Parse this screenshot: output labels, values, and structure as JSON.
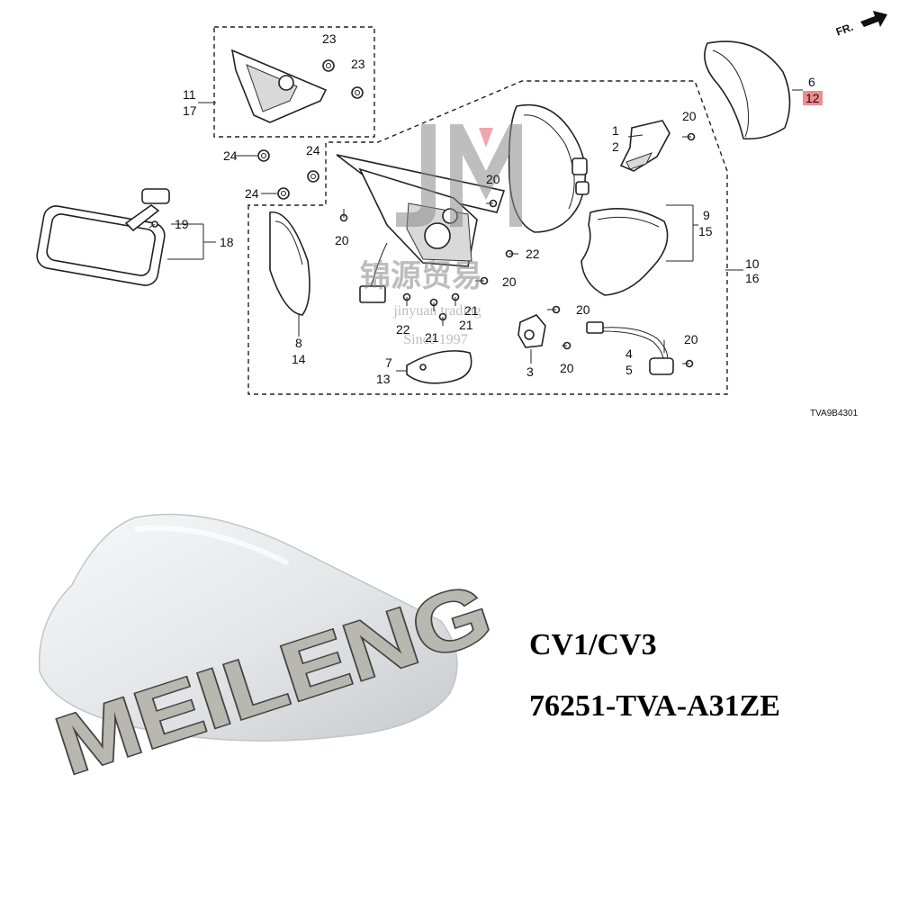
{
  "diagram": {
    "direction_label": "FR.",
    "code": "TVA9B4301",
    "part_numbers": {
      "n1": "1",
      "n2": "2",
      "n3": "3",
      "n4": "4",
      "n5": "5",
      "n6": "6",
      "n7": "7",
      "n8": "8",
      "n9": "9",
      "n10": "10",
      "n11": "11",
      "n12": "12",
      "n13": "13",
      "n14": "14",
      "n15": "15",
      "n16": "16",
      "n17": "17",
      "n18": "18",
      "n19": "19",
      "n20": "20",
      "n21": "21",
      "n22": "22",
      "n23": "23",
      "n24": "24"
    },
    "highlight_color": "#f08c8c",
    "watermark": {
      "logo_letters": "JM",
      "chinese": "锦源贸易",
      "english": "jinyuan trading",
      "since": "Since 1997"
    }
  },
  "photo": {
    "watermark": "MEILENG",
    "cover_color": "#e6e8ea"
  },
  "caption": {
    "models": "CV1/CV3",
    "part_number": "76251-TVA-A31ZE"
  }
}
